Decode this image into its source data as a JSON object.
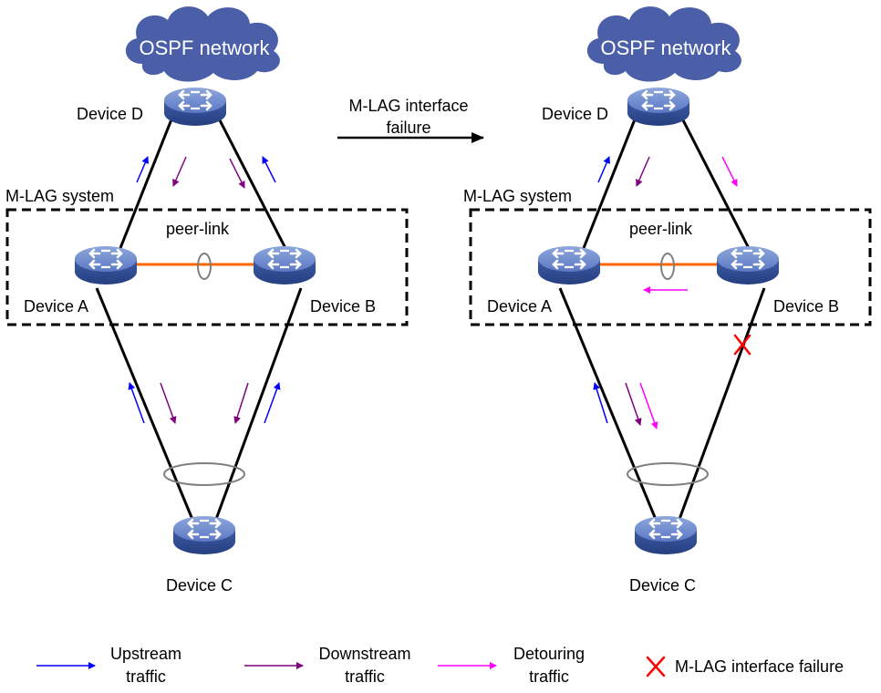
{
  "colors": {
    "upstream": "#0000ff",
    "downstream": "#800080",
    "detouring": "#ff00ff",
    "failure": "#ff0000",
    "peer_link": "#ff6600",
    "cloud": "#4a5fa8",
    "device": "#4b6cb7"
  },
  "left": {
    "cloud": "OSPF network",
    "device_d": "Device D",
    "system": "M-LAG system",
    "peer_link": "peer-link",
    "device_a": "Device A",
    "device_b": "Device B",
    "device_c": "Device C"
  },
  "middle": {
    "line1": "M-LAG interface",
    "line2": "failure"
  },
  "right": {
    "cloud": "OSPF network",
    "device_d": "Device D",
    "system": "M-LAG system",
    "peer_link": "peer-link",
    "device_a": "Device A",
    "device_b": "Device B",
    "device_c": "Device C"
  },
  "legend": {
    "upstream_1": "Upstream",
    "upstream_2": "traffic",
    "downstream_1": "Downstream",
    "downstream_2": "traffic",
    "detouring_1": "Detouring",
    "detouring_2": "traffic",
    "failure": "M-LAG interface failure"
  },
  "icons": [
    "cloud-icon",
    "switch-icon",
    "failure-x-icon",
    "arrow-icon"
  ]
}
